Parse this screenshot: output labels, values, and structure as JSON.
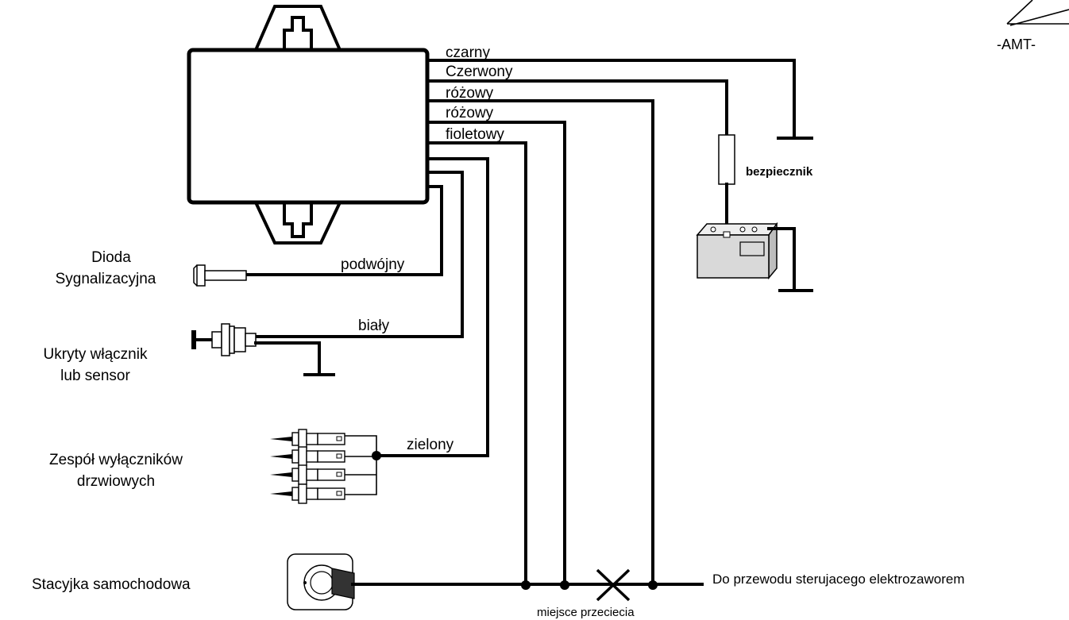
{
  "logo": {
    "text": "-AMT-"
  },
  "wires": {
    "black": "czarny",
    "red": "Czerwony",
    "pink1": "różowy",
    "pink2": "różowy",
    "violet": "fioletowy",
    "double": "podwójny",
    "white": "biały",
    "green": "zielony"
  },
  "components": {
    "fuse": "bezpiecznik",
    "led_line1": "Dioda",
    "led_line2": "Sygnalizacyjna",
    "switch_line1": "Ukryty włącznik",
    "switch_line2": "lub sensor",
    "door_line1": "Zespół wyłączników",
    "door_line2": "drzwiowych",
    "ignition": "Stacyjka samochodowa",
    "cut": "miejsce przeciecia",
    "output": "Do przewodu sterujacego elektrozaworem"
  },
  "colors": {
    "line": "#000000",
    "battery_fill": "#d9d9d9",
    "background": "#ffffff"
  }
}
